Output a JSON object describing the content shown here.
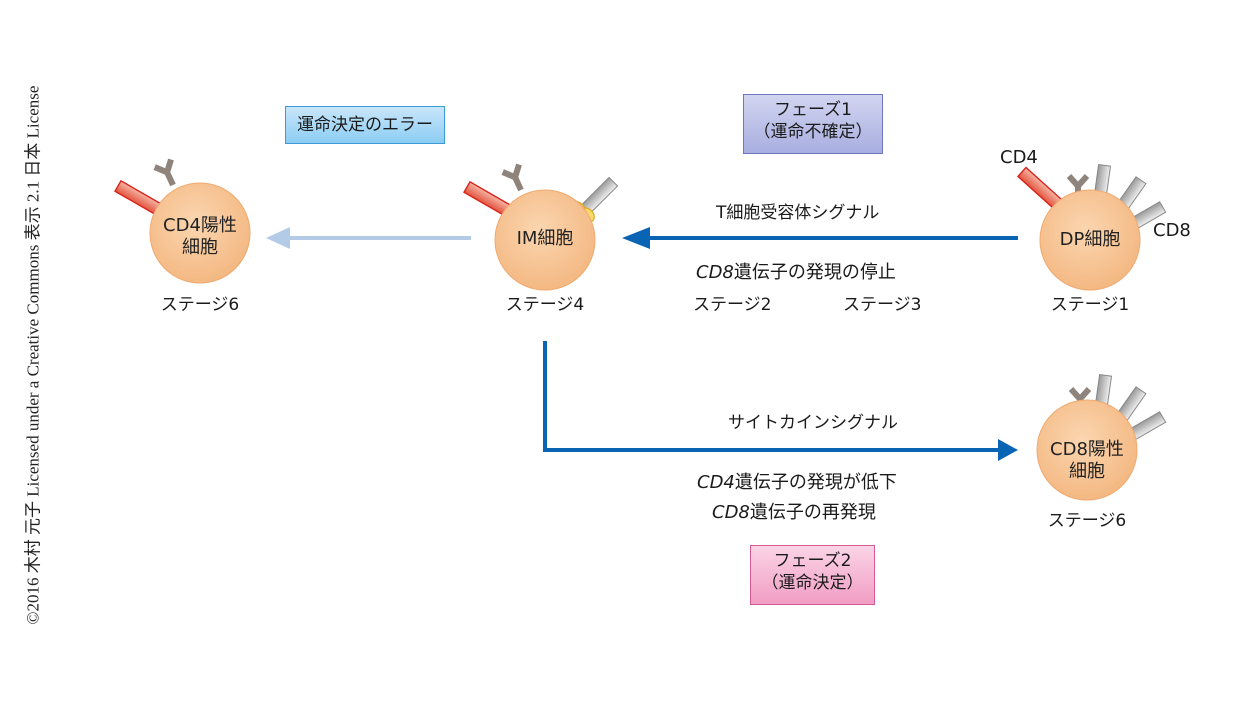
{
  "copyright": "©2016 木村 元子 Licensed under a Creative Commons 表示 2.1 日本 License",
  "boxes": {
    "error": "運命決定のエラー",
    "phase1_line1": "フェーズ1",
    "phase1_line2": "（運命不確定）",
    "phase2_line1": "フェーズ2",
    "phase2_line2": "（運命決定）"
  },
  "cells": {
    "dp": {
      "name": "DP細胞",
      "stage": "ステージ1",
      "cd4_label": "CD4",
      "cd8_label": "CD8"
    },
    "im": {
      "name": "IM細胞",
      "stage": "ステージ4"
    },
    "cd4pos": {
      "name_line1": "CD4陽性",
      "name_line2": "細胞",
      "stage": "ステージ6"
    },
    "cd8pos": {
      "name_line1": "CD8陽性",
      "name_line2": "細胞",
      "stage": "ステージ6"
    }
  },
  "arrows": {
    "tcr_signal": "T細胞受容体シグナル",
    "cd8_stop_gene": "CD8",
    "cd8_stop_text": "遺伝子の発現の停止",
    "stage2": "ステージ2",
    "stage3": "ステージ3",
    "cytokine_signal": "サイトカインシグナル",
    "cd4_down_gene": "CD4",
    "cd4_down_text": "遺伝子の発現が低下",
    "cd8_re_gene": "CD8",
    "cd8_re_text": "遺伝子の再発現"
  },
  "colors": {
    "arrow_main": "#0a64b4",
    "arrow_error": "#b4cbe8",
    "cell_fill": "#f7c394",
    "cd4_receptor": "#e0423a",
    "cd8_head": "#f5d75a",
    "tcr": "#8f847c"
  }
}
